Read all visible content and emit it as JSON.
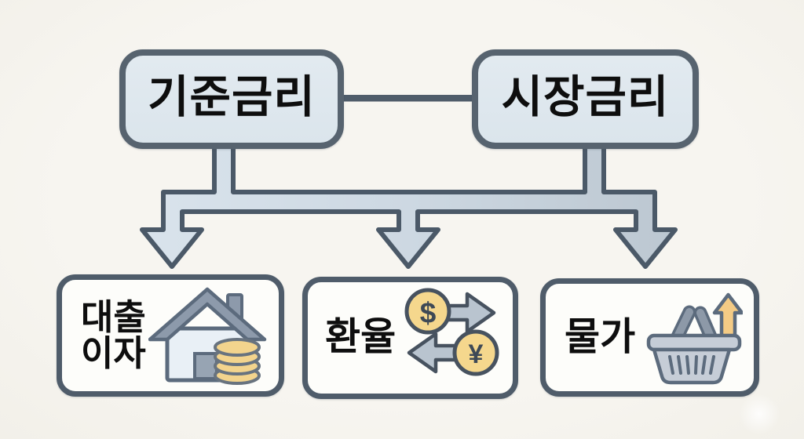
{
  "diagram_title": "interest-rate-effects-diagram",
  "top_nodes": [
    {
      "id": "base-rate",
      "label": "기준금리"
    },
    {
      "id": "market-rate",
      "label": "시장금리"
    }
  ],
  "bottom_cards": [
    {
      "id": "loan-interest",
      "label_lines": [
        "대출",
        "이자"
      ],
      "icon": "house-coins-icon"
    },
    {
      "id": "exchange-rate",
      "label_lines": [
        "환율"
      ],
      "icon": "currency-exchange-icon",
      "symbols": {
        "from": "$",
        "to": "¥"
      }
    },
    {
      "id": "prices",
      "label_lines": [
        "물가"
      ],
      "icon": "basket-rising-prices-icon"
    }
  ],
  "palette": {
    "background": "#f5f3ee",
    "node_fill": "#dde6ed",
    "node_border": "#57636f",
    "card_fill": "#fdfdfa",
    "card_border": "#4f5c6a",
    "connector": "#4f5c6a",
    "arrow_fill_light": "#d9e3ec",
    "arrow_fill_dark": "#bcc7d1",
    "arrow_stroke": "#4b5968",
    "text": "#0e0e0e",
    "coin_fill": "#f5d78d",
    "coin_stroke": "#47525f",
    "coin_stack_stroke": "#68737f",
    "grey_arrow_fill": "#b9c4cf",
    "up_arrow_fill": "#f4cb85",
    "house_roof": "#8d9aab",
    "house_body": "#e9f0f6",
    "house_door": "#97a4b3",
    "basket_fill": "#c6cdd7",
    "handle_fill": "#8d99a8"
  }
}
